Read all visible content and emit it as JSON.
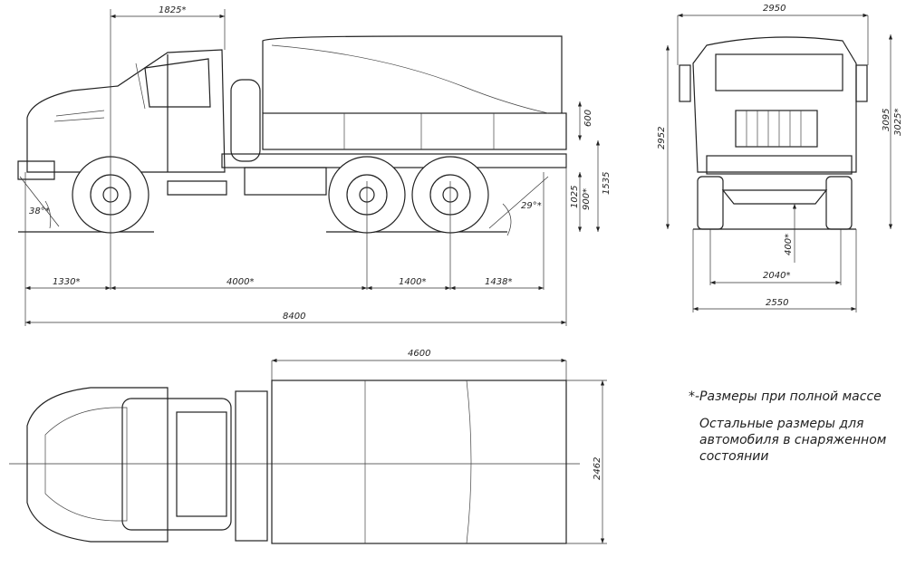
{
  "side_view": {
    "dims": {
      "cab_to_front_axle": "1825*",
      "side_height": "600",
      "platform_height": "1025",
      "frame_height": "900*",
      "bed_floor_height": "1535",
      "approach_angle": "38°*",
      "departure_angle": "29°*",
      "front_overhang": "1330*",
      "wheelbase": "4000*",
      "bogie_base": "1400*",
      "rear_overhang": "1438*",
      "overall_length": "8400"
    }
  },
  "front_view": {
    "dims": {
      "overall_width_mirrors": "2950",
      "cab_height": "2952",
      "overall_height": "3095",
      "overall_height_loaded": "3025*",
      "ground_clearance": "400*",
      "track": "2040*",
      "overall_width": "2550"
    }
  },
  "top_view": {
    "dims": {
      "platform_length": "4600",
      "platform_width": "2462"
    }
  },
  "notes": {
    "line1": "*-Размеры при полной массе",
    "line2": "Остальные размеры для",
    "line3": "автомобиля в снаряженном",
    "line4": "состоянии"
  }
}
